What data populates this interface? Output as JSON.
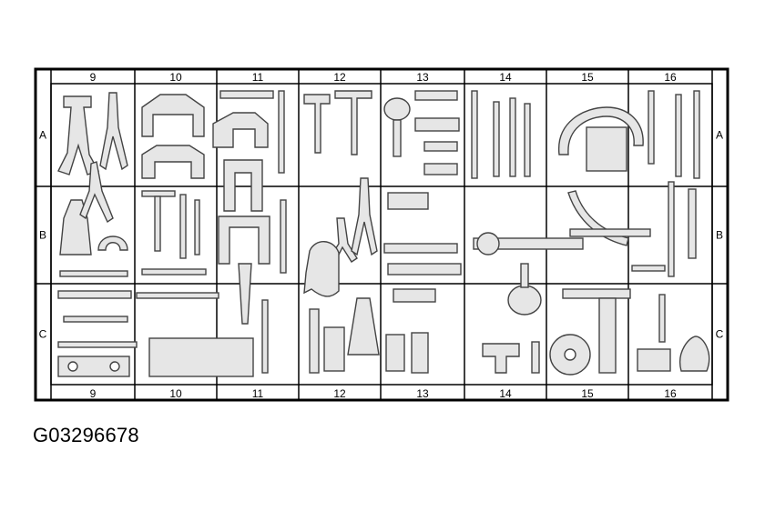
{
  "board": {
    "columns": [
      "9",
      "10",
      "11",
      "12",
      "13",
      "14",
      "15",
      "16"
    ],
    "rows": [
      "A",
      "B",
      "C"
    ]
  },
  "figure": {
    "reference_code": "G03296678"
  },
  "colors": {
    "outline": "#000000",
    "background": "#ffffff",
    "tool_fill": "#e6e6e6",
    "tool_stroke": "#444444"
  }
}
